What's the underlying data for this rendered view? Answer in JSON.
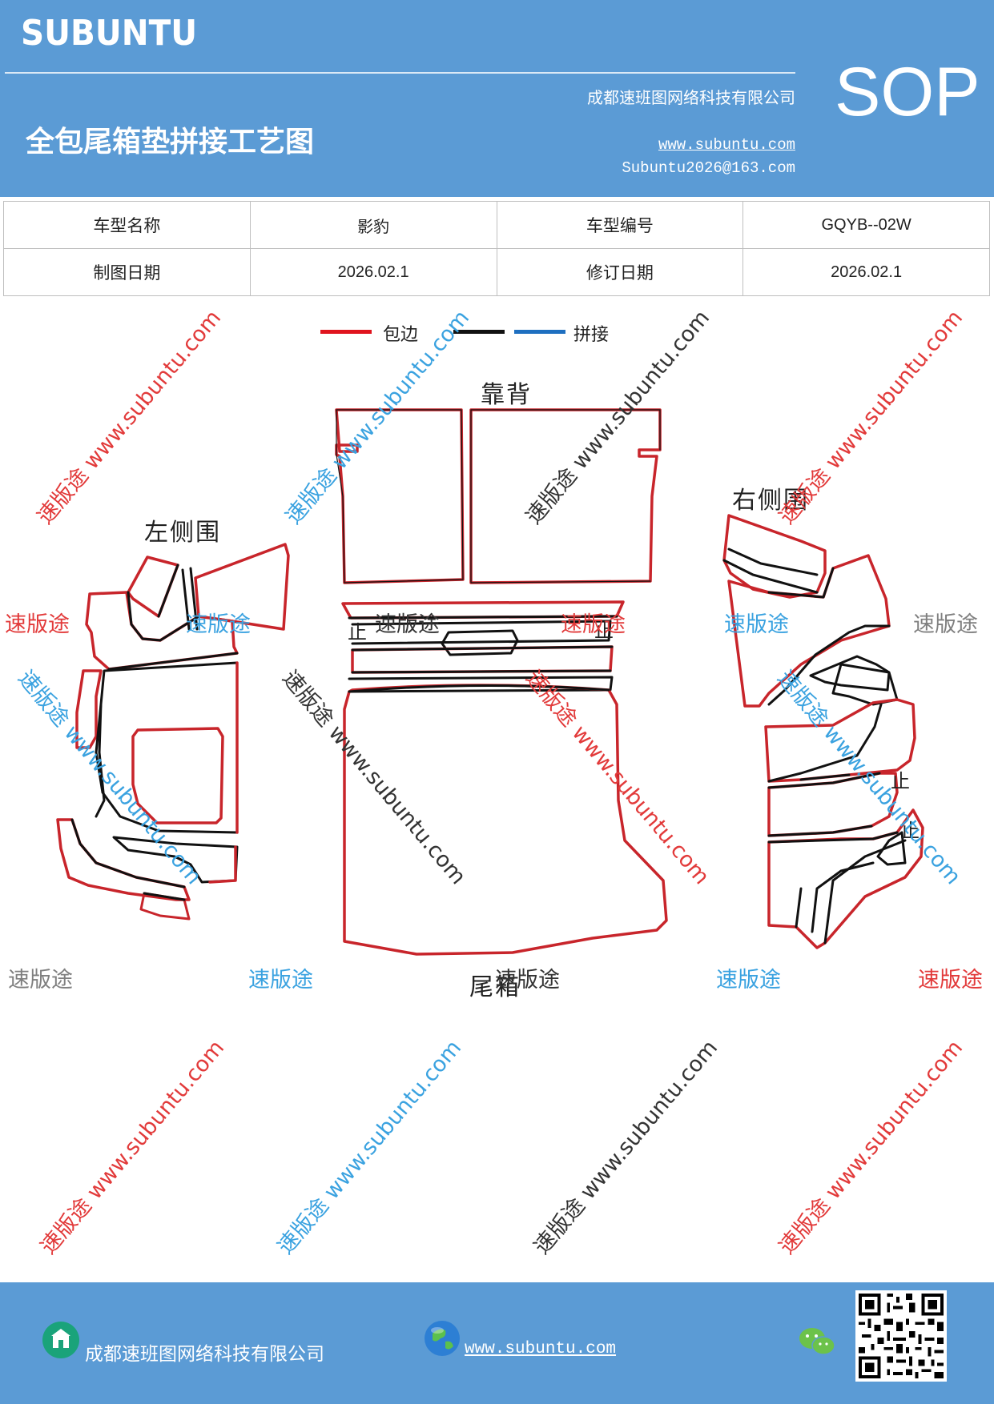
{
  "header": {
    "brand": "SUBUNTU",
    "title": "全包尾箱垫拼接工艺图",
    "company": "成都速班图网络科技有限公司",
    "website": "www.subuntu.com",
    "email": "Subuntu2026@163.com",
    "badge": "SOP"
  },
  "info_table": {
    "row1": [
      "车型名称",
      "影豹",
      "车型编号",
      "GQYB--02W"
    ],
    "row2": [
      "制图日期",
      "2026.02.1",
      "修订日期",
      "2026.02.1"
    ]
  },
  "legend": {
    "items": [
      {
        "label": "包边",
        "color": "#e0141e"
      },
      {
        "label": "",
        "color": "#111111"
      },
      {
        "label": "拼接",
        "color": "#1e6fc0"
      }
    ]
  },
  "diagram": {
    "labels": {
      "back": "靠背",
      "left_side": "左侧围",
      "right_side": "右侧围",
      "trunk": "尾箱",
      "stop": "止"
    },
    "outline_color": "#c8252b",
    "seam_color": "#111111"
  },
  "watermarks": {
    "brand": "速版途",
    "diagonal": "速版途 www.subuntu.com",
    "url": "www.subuntu.com"
  },
  "footer": {
    "company": "成都速班图网络科技有限公司",
    "website": "www.subuntu.com",
    "icons": [
      "company-icon",
      "globe-icon",
      "wechat-icon",
      "qr-code"
    ]
  }
}
